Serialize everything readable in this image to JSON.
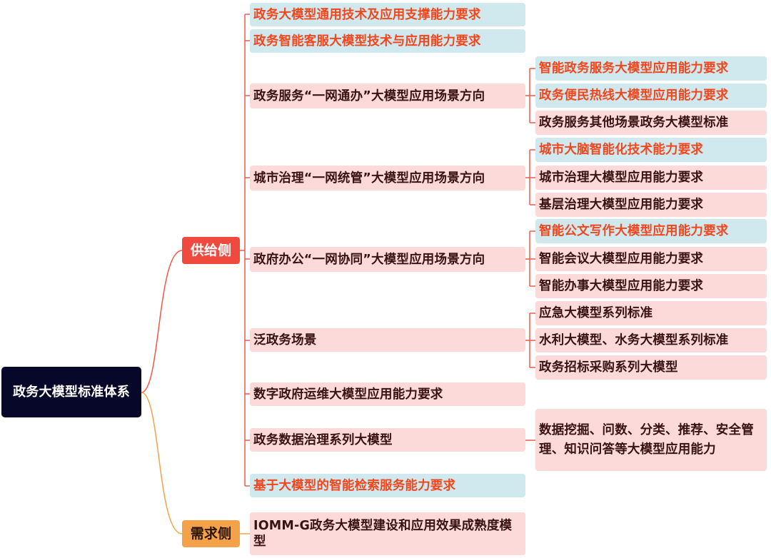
{
  "root": "政务大模型标准体系",
  "supply": {
    "label": "供给侧",
    "items": [
      {
        "label": "政务大模型通用技术及应用支撑能力要求"
      },
      {
        "label": "政务智能客服大模型技术与应用能力要求"
      },
      {
        "label": "政务服务“一网通办”大模型应用场景方向",
        "children": [
          "智能政务服务大模型应用能力要求",
          "政务便民热线大模型应用能力要求",
          "政务服务其他场景政务大模型标准"
        ]
      },
      {
        "label": "城市治理“一网统管”大模型应用场景方向",
        "children": [
          "城市大脑智能化技术能力要求",
          "城市治理大模型应用能力要求",
          "基层治理大模型应用能力要求"
        ]
      },
      {
        "label": "政府办公“一网协同”大模型应用场景方向",
        "children": [
          "智能公文写作大模型应用能力要求",
          "智能会议大模型应用能力要求",
          "智能办事大模型应用能力要求"
        ]
      },
      {
        "label": "泛政务场景",
        "children": [
          "应急大模型系列标准",
          "水利大模型、水务大模型系列标准",
          "政务招标采购系列大模型"
        ]
      },
      {
        "label": "数字政府运维大模型应用能力要求"
      },
      {
        "label": "政务数据治理系列大模型",
        "children": [
          "数据挖掘、问数、分类、推荐、安全管理、知识问答等大模型应用能力"
        ]
      },
      {
        "label": "基于大模型的智能检索服务能力要求"
      }
    ]
  },
  "demand": {
    "label": "需求侧",
    "items": [
      {
        "label": "IOMM-G政务大模型建设和应用效果成熟度模型"
      }
    ]
  },
  "colors": {
    "root": "#07072a",
    "supply": "#f04a3e",
    "demand": "#f4a24a",
    "highlight_bg": "#cfe9ef",
    "highlight_text": "#f2461c",
    "node_bg": "#fcdada"
  }
}
